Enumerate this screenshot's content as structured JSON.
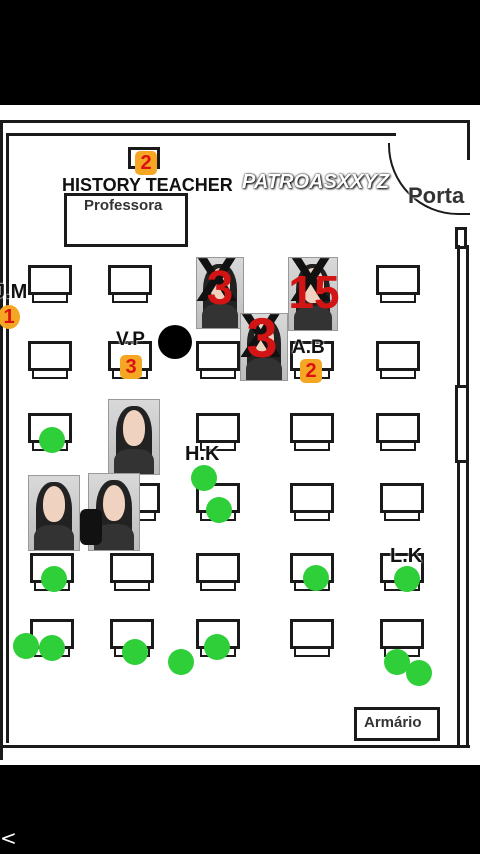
{
  "room": {
    "teacher_label": "HISTORY TEACHER",
    "teacher_desk_label": "Professora",
    "teacher_badge": "2",
    "watermark": "PATROASXXYZ",
    "door_label": "Porta",
    "cabinet_label": "Armário"
  },
  "students": {
    "um_label": "J.M",
    "um_badge": "1",
    "vp_label": "V.P",
    "vp_badge": "3",
    "ab_label": "A.B",
    "ab_badge": "2",
    "hk_label": "H.K",
    "lk_label": "L.K"
  },
  "crossed_numbers": [
    "3",
    "3",
    "15"
  ],
  "nav": {
    "back_glyph": "<"
  },
  "colors": {
    "dot_green": "#2fcf3a",
    "badge_orange": "#f5a623",
    "mark_red": "#d21414"
  }
}
